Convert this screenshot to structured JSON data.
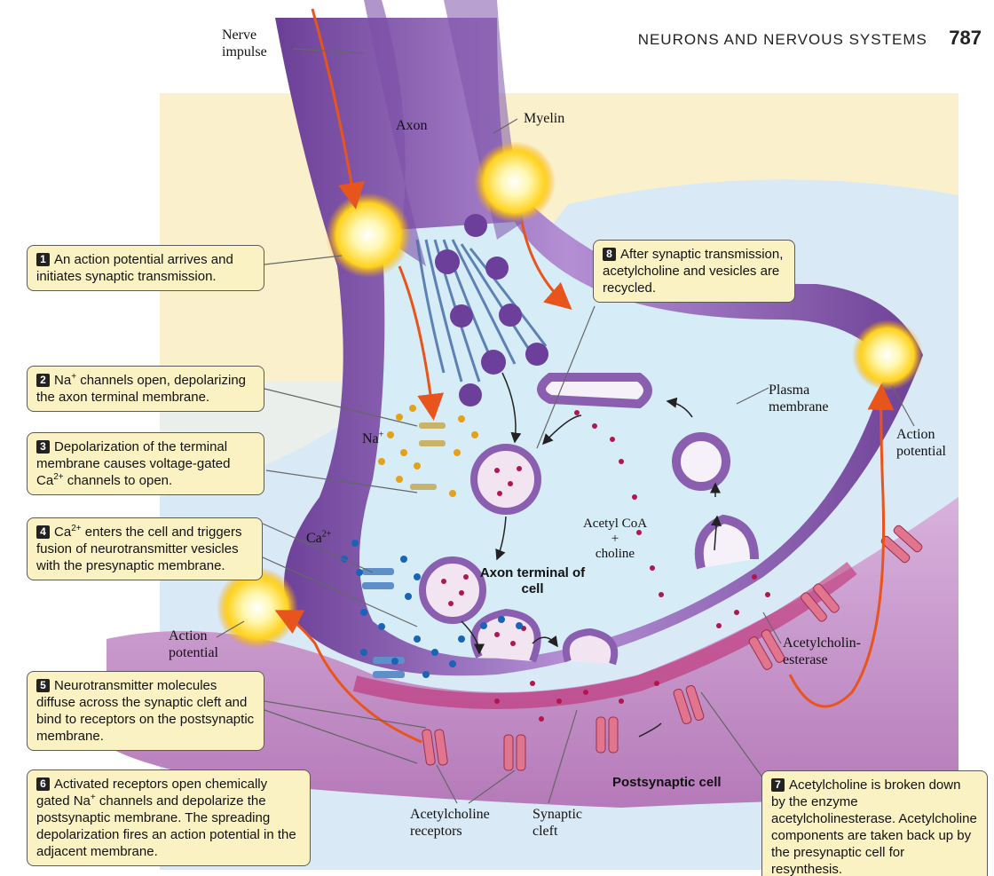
{
  "header": {
    "title": "NEURONS AND NERVOUS SYSTEMS",
    "page_number": "787"
  },
  "labels": {
    "nerve_impulse": "Nerve impulse",
    "axon": "Axon",
    "myelin": "Myelin",
    "na": "Na",
    "na_charge": "+",
    "ca": "Ca",
    "ca_charge": "2+",
    "acetyl_coa": "Acetyl  CoA",
    "plus": "+",
    "choline": "choline",
    "axon_terminal": "Axon terminal of cell",
    "plasma_membrane": "Plasma membrane",
    "action_potential_right": "Action potential",
    "action_potential_left": "Action potential",
    "acetylcholinesterase": "Acetylcholin-esterase",
    "acetylcholine_receptors": "Acetylcholine receptors",
    "synaptic_cleft": "Synaptic cleft",
    "postsynaptic_cell": "Postsynaptic cell"
  },
  "steps": [
    {
      "number": "1",
      "text": "An action potential arrives and initiates synaptic transmission."
    },
    {
      "number": "2",
      "text_a": "Na",
      "sup": "+",
      "text_b": " channels open, depolarizing the axon terminal membrane."
    },
    {
      "number": "3",
      "text_a": "Depolarization of the terminal membrane causes voltage-gated Ca",
      "sup": "2+",
      "text_b": " channels to open."
    },
    {
      "number": "4",
      "text_a": "Ca",
      "sup": "2+",
      "text_b": " enters the cell and triggers fusion of neurotransmitter vesicles with the presynaptic membrane."
    },
    {
      "number": "5",
      "text": "Neurotransmitter molecules diffuse across the synaptic cleft and bind to receptors on the postsynaptic membrane."
    },
    {
      "number": "6",
      "text_a": "Activated receptors open chemically gated Na",
      "sup": "+",
      "text_b": " channels and depolarize the postsynaptic membrane. The spreading depolarization fires an action potential in the adjacent membrane."
    },
    {
      "number": "7",
      "text": "Acetylcholine is broken down by the enzyme acetylcholinesterase. Acetylcholine components are taken back up by the presynaptic cell for resynthesis."
    },
    {
      "number": "8",
      "text": "After synaptic transmission, acetylcholine and vesicles are recycled."
    }
  ],
  "colors": {
    "axon_purple": "#8a5fb0",
    "cytoplasm_blue": "#d6ecf7",
    "postsynaptic_pink": "#c88ac8",
    "callout_fill": "#fbf2c4",
    "arrow_orange": "#e8551c",
    "vesicle_dots": "#b0174e",
    "calcium_blue": "#1a64b8",
    "sodium_gold": "#e3a21a"
  }
}
